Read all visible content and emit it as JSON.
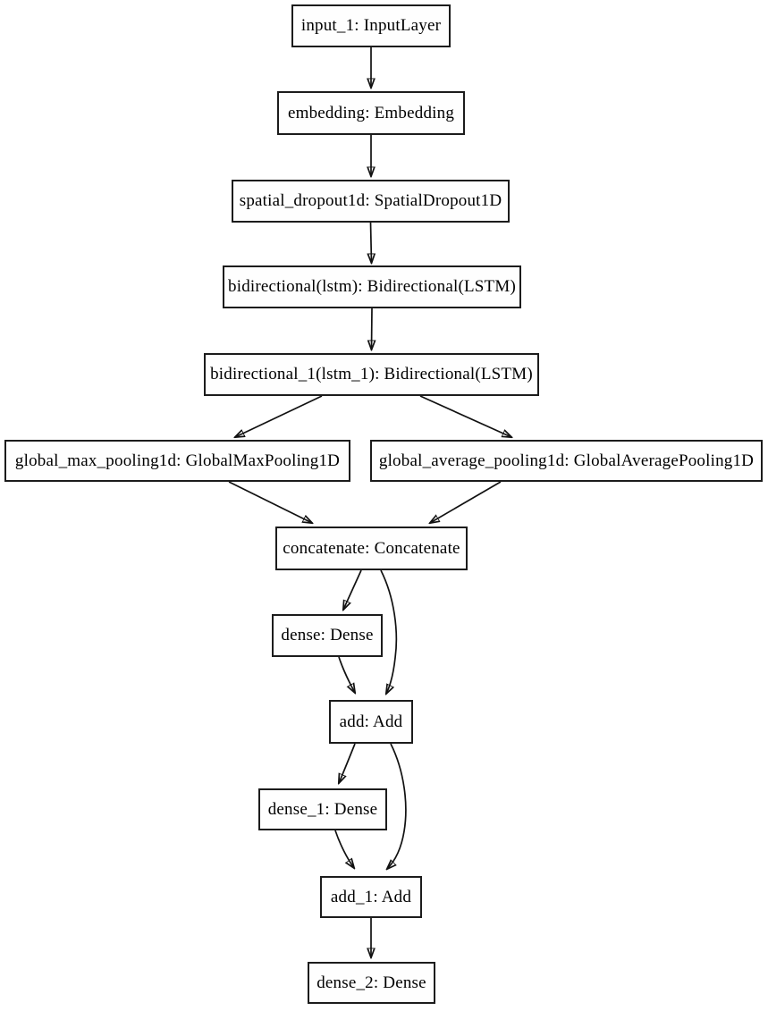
{
  "diagram": {
    "type": "model-architecture-graph",
    "background_color": "#ffffff",
    "node_fill_color": "#fefefe",
    "node_border_color": "#1c1c1c",
    "edge_color": "#111111",
    "text_color": "#000000",
    "nodes": [
      {
        "id": "input_1",
        "label": "input_1: InputLayer"
      },
      {
        "id": "embedding",
        "label": "embedding: Embedding"
      },
      {
        "id": "spatial_dropout1d",
        "label": "spatial_dropout1d: SpatialDropout1D"
      },
      {
        "id": "bidirectional_lstm",
        "label": "bidirectional(lstm): Bidirectional(LSTM)"
      },
      {
        "id": "bidirectional_1_lstm_1",
        "label": "bidirectional_1(lstm_1): Bidirectional(LSTM)"
      },
      {
        "id": "global_max_pooling1d",
        "label": "global_max_pooling1d: GlobalMaxPooling1D"
      },
      {
        "id": "global_average_pooling1d",
        "label": "global_average_pooling1d: GlobalAveragePooling1D"
      },
      {
        "id": "concatenate",
        "label": "concatenate: Concatenate"
      },
      {
        "id": "dense",
        "label": "dense: Dense"
      },
      {
        "id": "add",
        "label": "add: Add"
      },
      {
        "id": "dense_1",
        "label": "dense_1: Dense"
      },
      {
        "id": "add_1",
        "label": "add_1: Add"
      },
      {
        "id": "dense_2",
        "label": "dense_2: Dense"
      }
    ],
    "edges": [
      {
        "from": "input_1",
        "to": "embedding"
      },
      {
        "from": "embedding",
        "to": "spatial_dropout1d"
      },
      {
        "from": "spatial_dropout1d",
        "to": "bidirectional_lstm"
      },
      {
        "from": "bidirectional_lstm",
        "to": "bidirectional_1_lstm_1"
      },
      {
        "from": "bidirectional_1_lstm_1",
        "to": "global_max_pooling1d"
      },
      {
        "from": "bidirectional_1_lstm_1",
        "to": "global_average_pooling1d"
      },
      {
        "from": "global_max_pooling1d",
        "to": "concatenate"
      },
      {
        "from": "global_average_pooling1d",
        "to": "concatenate"
      },
      {
        "from": "concatenate",
        "to": "dense"
      },
      {
        "from": "concatenate",
        "to": "add"
      },
      {
        "from": "dense",
        "to": "add"
      },
      {
        "from": "add",
        "to": "dense_1"
      },
      {
        "from": "add",
        "to": "add_1"
      },
      {
        "from": "dense_1",
        "to": "add_1"
      },
      {
        "from": "add_1",
        "to": "dense_2"
      }
    ]
  }
}
